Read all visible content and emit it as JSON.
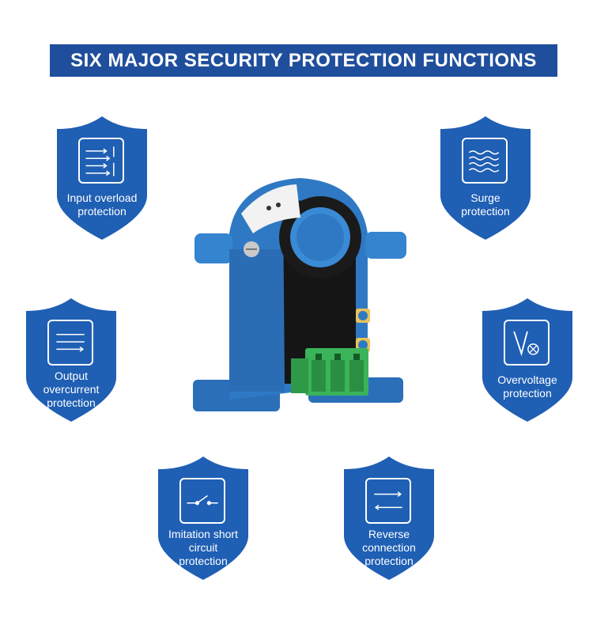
{
  "banner": {
    "title": "SIX MAJOR SECURITY PROTECTION FUNCTIONS"
  },
  "colors": {
    "banner": "#1f4e9c",
    "shield": "#1f5fb4",
    "device_blue": "#2f79c4",
    "terminal_green": "#3bb35a"
  },
  "functions": [
    {
      "label_lines": [
        "Input overload",
        "protection"
      ],
      "icon": "input-overload-icon"
    },
    {
      "label_lines": [
        "Surge",
        "protection"
      ],
      "icon": "surge-icon"
    },
    {
      "label_lines": [
        "Output",
        "overcurrent",
        "protection"
      ],
      "icon": "output-overcurrent-icon"
    },
    {
      "label_lines": [
        "Overvoltage",
        "protection"
      ],
      "icon": "overvoltage-icon"
    },
    {
      "label_lines": [
        "Imitation short",
        "circuit",
        "protection"
      ],
      "icon": "short-circuit-switch-icon"
    },
    {
      "label_lines": [
        "Reverse",
        "connection",
        "protection"
      ],
      "icon": "reverse-arrows-icon"
    }
  ]
}
